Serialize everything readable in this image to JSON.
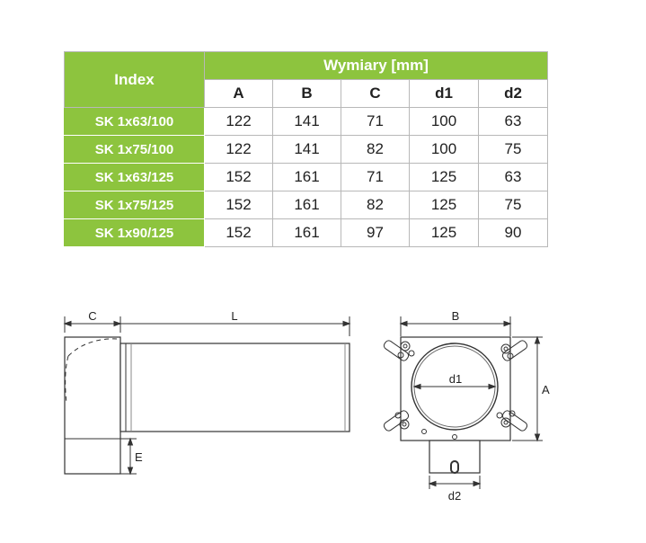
{
  "table": {
    "index_header": "Index",
    "group_header": "Wymiary [mm]",
    "columns": [
      "A",
      "B",
      "C",
      "d1",
      "d2"
    ],
    "rows": [
      {
        "index": "SK 1x63/100",
        "values": [
          "122",
          "141",
          "71",
          "100",
          "63"
        ]
      },
      {
        "index": "SK 1x75/100",
        "values": [
          "122",
          "141",
          "82",
          "100",
          "75"
        ]
      },
      {
        "index": "SK 1x63/125",
        "values": [
          "152",
          "161",
          "71",
          "125",
          "63"
        ]
      },
      {
        "index": "SK 1x75/125",
        "values": [
          "152",
          "161",
          "82",
          "125",
          "75"
        ]
      },
      {
        "index": "SK 1x90/125",
        "values": [
          "152",
          "161",
          "97",
          "125",
          "90"
        ]
      }
    ]
  },
  "drawing": {
    "labels": {
      "c": "C",
      "l": "L",
      "e": "E",
      "b": "B",
      "a": "A",
      "d1": "d1",
      "d2": "d2"
    }
  },
  "colors": {
    "header_green": "#8dc43e",
    "border": "#b8b8b8"
  }
}
